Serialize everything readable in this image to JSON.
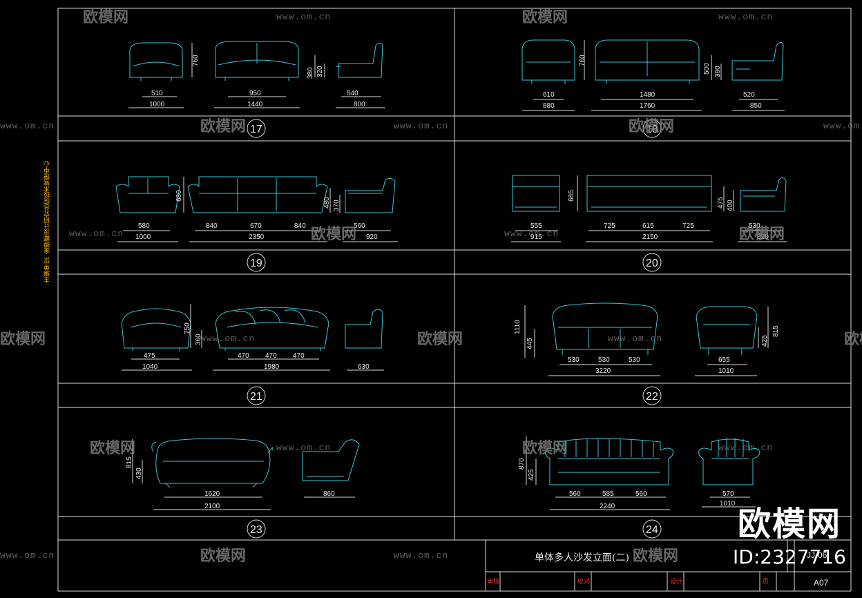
{
  "sidenote": "主编单位: 金螳螂设计研究总院技术管理中心",
  "brand": {
    "name": "欧模网",
    "id": "ID:2327716"
  },
  "watermark": {
    "text": "欧模网",
    "url": "www.om.cn"
  },
  "panels": [
    {
      "num": "17",
      "dims": [
        "760",
        "380",
        "320",
        "510",
        "1000",
        "950",
        "1440",
        "540",
        "800"
      ]
    },
    {
      "num": "18",
      "dims": [
        "760",
        "500",
        "390",
        "610",
        "880",
        "1480",
        "1760",
        "520",
        "850"
      ]
    },
    {
      "num": "19",
      "dims": [
        "680",
        "480",
        "370",
        "580",
        "1000",
        "840",
        "670",
        "840",
        "2350",
        "560",
        "920"
      ]
    },
    {
      "num": "20",
      "dims": [
        "685",
        "475",
        "400",
        "555",
        "915",
        "725",
        "615",
        "725",
        "2150",
        "530",
        "820"
      ]
    },
    {
      "num": "21",
      "dims": [
        "750",
        "360",
        "475",
        "1040",
        "470",
        "470",
        "470",
        "1980",
        "630"
      ]
    },
    {
      "num": "22",
      "dims": [
        "1110",
        "445",
        "530",
        "530",
        "530",
        "3220",
        "425",
        "815",
        "655",
        "1010"
      ]
    },
    {
      "num": "23",
      "dims": [
        "815",
        "430",
        "1620",
        "2100",
        "860"
      ]
    },
    {
      "num": "24",
      "dims": [
        "870",
        "425",
        "560",
        "585",
        "560",
        "2240",
        "570",
        "1010"
      ]
    }
  ],
  "titleblock": {
    "title": "单体多人沙发立面(二)",
    "code": "JJ-06",
    "sheet": "A07",
    "labels": [
      "审核",
      "校对",
      "设计",
      "页"
    ]
  }
}
